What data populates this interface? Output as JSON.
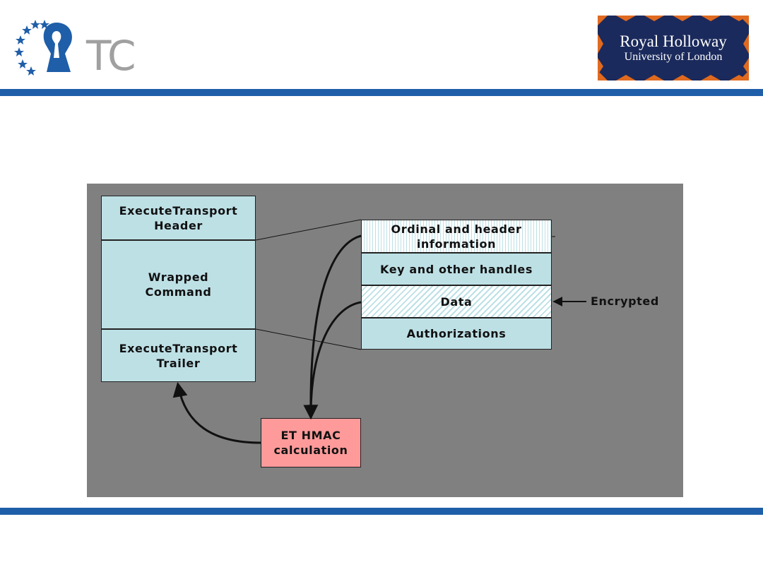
{
  "colors": {
    "accent_rule": "#1f5ea8",
    "panel_background": "#808080",
    "box_fill": "#bde0e5",
    "box_fill_striped": "#ffffff",
    "hmac_fill": "#ff9a9a",
    "otc_logo_blue": "#1f5ea8",
    "otc_logo_gray": "#a0a0a0",
    "rh_navy": "#1b2a5c",
    "rh_orange": "#e06a1f"
  },
  "logos": {
    "otc": {
      "text": "TC",
      "icon": "keyhole-stars-icon"
    },
    "royal_holloway": {
      "line1": "Royal Holloway",
      "line2": "University of London"
    }
  },
  "diagram": {
    "left_stack": {
      "header": "ExecuteTransport\nHeader",
      "body": "Wrapped\nCommand",
      "trailer": "ExecuteTransport\nTrailer"
    },
    "right_stack": {
      "row1": "Ordinal and header\ninformation",
      "row2": "Key and other handles",
      "row3": "Data",
      "row4": "Authorizations"
    },
    "hmac_box": "ET HMAC\ncalculation",
    "encrypted_label": "Encrypted"
  }
}
